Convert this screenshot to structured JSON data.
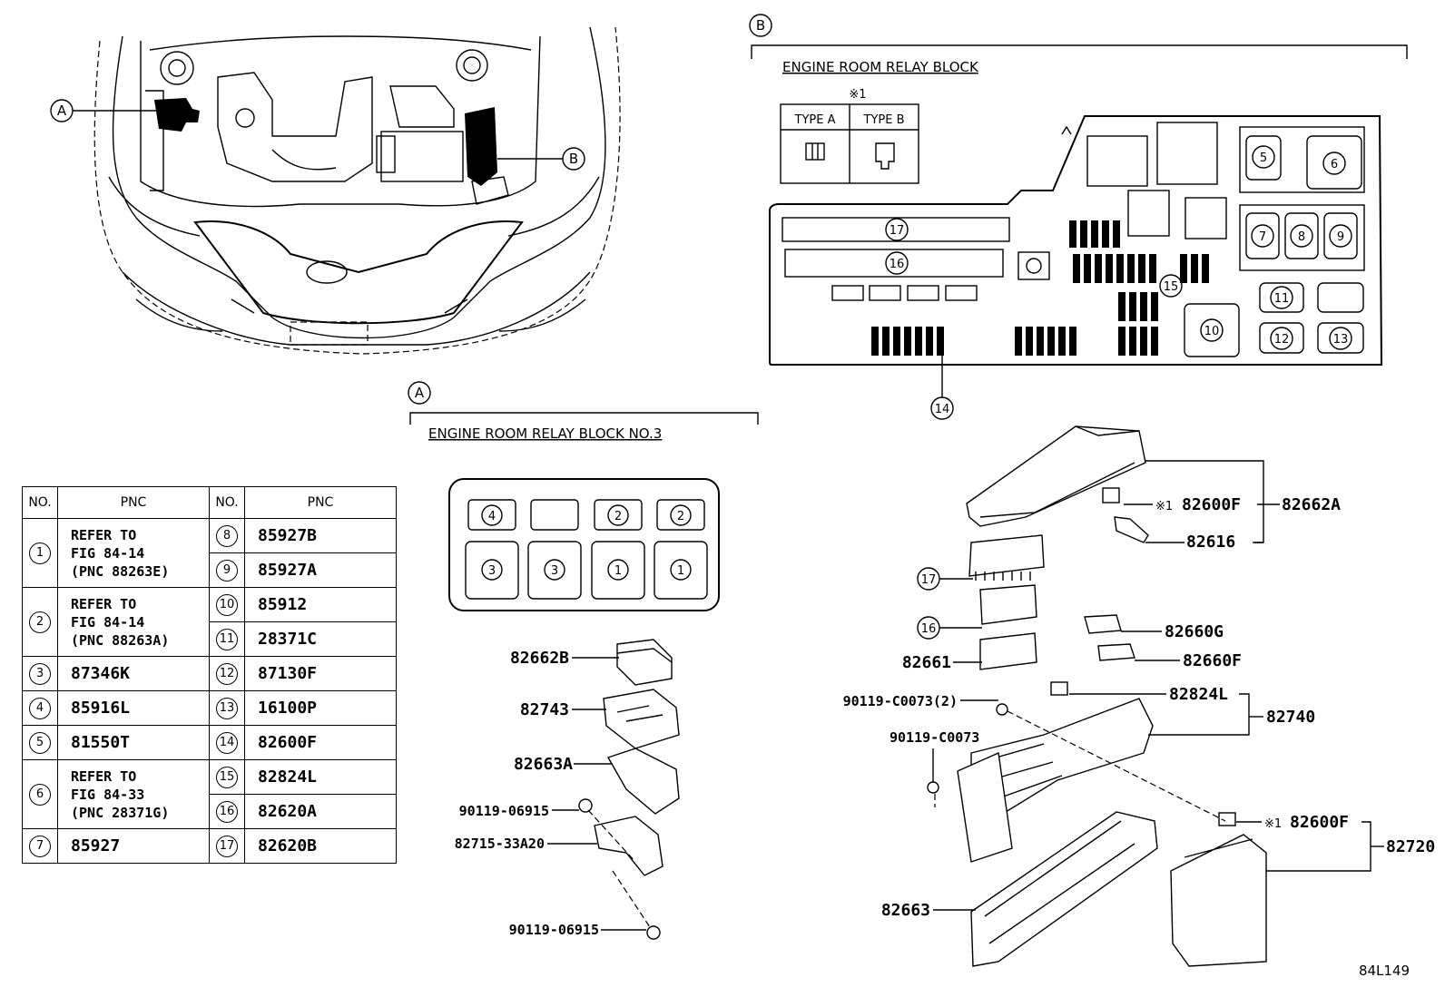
{
  "callouts": {
    "a": "A",
    "b": "B"
  },
  "section_a": {
    "title": "ENGINE ROOM RELAY BLOCK NO.3"
  },
  "section_b": {
    "title": "ENGINE ROOM RELAY BLOCK"
  },
  "note_mark": "※1",
  "types": {
    "a": "TYPE A",
    "b": "TYPE B"
  },
  "relay_no3_positions": {
    "top": [
      "4",
      "",
      "2",
      "2"
    ],
    "bottom": [
      "3",
      "3",
      "1",
      "1"
    ]
  },
  "relay_block_positions": [
    "5",
    "6",
    "7",
    "8",
    "9",
    "10",
    "11",
    "12",
    "13",
    "14",
    "15",
    "16",
    "17"
  ],
  "parts_a": {
    "p82662B": "82662B",
    "p82743": "82743",
    "p82663A": "82663A",
    "p90119_06915_a": "90119-06915",
    "p82715": "82715-33A20",
    "p90119_06915_b": "90119-06915"
  },
  "parts_b": {
    "p82600F_top": "82600F",
    "p82662A": "82662A",
    "p82616": "82616",
    "c17": "17",
    "c16": "16",
    "p82660G": "82660G",
    "p82660F": "82660F",
    "p82661": "82661",
    "p90119_C0073_2": "90119-C0073(2)",
    "p82824L": "82824L",
    "p82740": "82740",
    "p90119_C0073": "90119-C0073",
    "p82600F_bottom": "82600F",
    "p82720": "82720",
    "p82663": "82663"
  },
  "table": {
    "headers": [
      "NO.",
      "PNC",
      "NO.",
      "PNC"
    ],
    "left": [
      {
        "no": "1",
        "lines": [
          "REFER TO",
          "FIG 84-14",
          "(PNC 88263E)"
        ]
      },
      {
        "no": "2",
        "lines": [
          "REFER TO",
          "FIG 84-14",
          "(PNC 88263A)"
        ]
      },
      {
        "no": "3",
        "lines": [
          "87346K"
        ]
      },
      {
        "no": "4",
        "lines": [
          "85916L"
        ]
      },
      {
        "no": "5",
        "lines": [
          "81550T"
        ]
      },
      {
        "no": "6",
        "lines": [
          "REFER TO",
          "FIG 84-33",
          "(PNC 28371G)"
        ]
      },
      {
        "no": "7",
        "lines": [
          "85927"
        ]
      }
    ],
    "right": [
      {
        "no": "8",
        "pnc": "85927B"
      },
      {
        "no": "9",
        "pnc": "85927A"
      },
      {
        "no": "10",
        "pnc": "85912"
      },
      {
        "no": "11",
        "pnc": "28371C"
      },
      {
        "no": "12",
        "pnc": "87130F"
      },
      {
        "no": "13",
        "pnc": "16100P"
      },
      {
        "no": "14",
        "pnc": "82600F"
      },
      {
        "no": "15",
        "pnc": "82824L"
      },
      {
        "no": "16",
        "pnc": "82620A"
      },
      {
        "no": "17",
        "pnc": "82620B"
      }
    ]
  },
  "figure_code": "84L149"
}
